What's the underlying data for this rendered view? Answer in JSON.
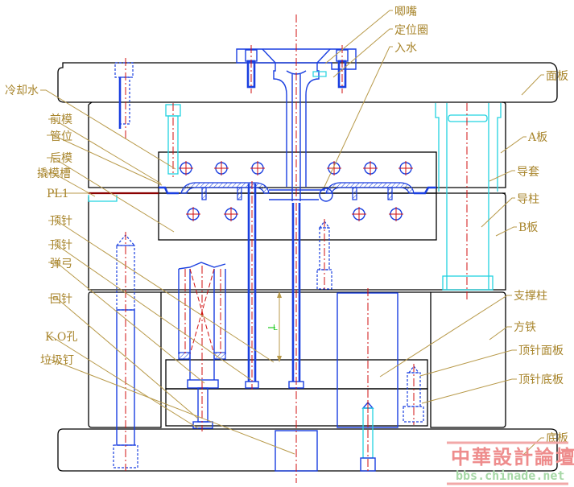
{
  "drawing": {
    "title": "Injection mold assembly cross-section",
    "colors": {
      "plate_outline": "#000000",
      "part_outline": "#1a3fe0",
      "guide_outline": "#22d3e0",
      "center_line": "#d01010",
      "label_text": "#a8852c",
      "watermark_text": "#ee8c8c",
      "watermark_url": "#a6d8a6"
    },
    "dimension_label": "L"
  },
  "labels": {
    "top": [
      {
        "id": "sprue",
        "text": "唧嘴"
      },
      {
        "id": "locating-ring",
        "text": "定位圈"
      },
      {
        "id": "gate",
        "text": "入水"
      }
    ],
    "left": [
      {
        "id": "cooling-water",
        "text": "冷却水"
      },
      {
        "id": "cavity",
        "text": "前模"
      },
      {
        "id": "pipe-position",
        "text": "管位"
      },
      {
        "id": "core",
        "text": "后模"
      },
      {
        "id": "pry-slot",
        "text": "撬模槽"
      },
      {
        "id": "parting-line",
        "text": "PL1"
      },
      {
        "id": "ejector-pin-1",
        "text": "顶针"
      },
      {
        "id": "ejector-pin-2",
        "text": "顶针"
      },
      {
        "id": "spring",
        "text": "弹弓"
      },
      {
        "id": "return-pin",
        "text": "回针"
      },
      {
        "id": "ko-hole",
        "text": "K.O孔"
      },
      {
        "id": "stop-pin",
        "text": "垃圾钉"
      }
    ],
    "right": [
      {
        "id": "top-clamp-plate",
        "text": "面板"
      },
      {
        "id": "a-plate",
        "text": "A板"
      },
      {
        "id": "guide-bushing",
        "text": "导套"
      },
      {
        "id": "guide-pin",
        "text": "导柱"
      },
      {
        "id": "b-plate",
        "text": "B板"
      },
      {
        "id": "support-pillar",
        "text": "支撑柱"
      },
      {
        "id": "spacer-block",
        "text": "方铁"
      },
      {
        "id": "ejector-retainer-plate",
        "text": "顶针面板"
      },
      {
        "id": "ejector-plate",
        "text": "顶针底板"
      },
      {
        "id": "bottom-clamp-plate",
        "text": "底板"
      }
    ]
  },
  "watermark": {
    "title": "中華設計論壇",
    "url": "bbs.chinade.net"
  }
}
